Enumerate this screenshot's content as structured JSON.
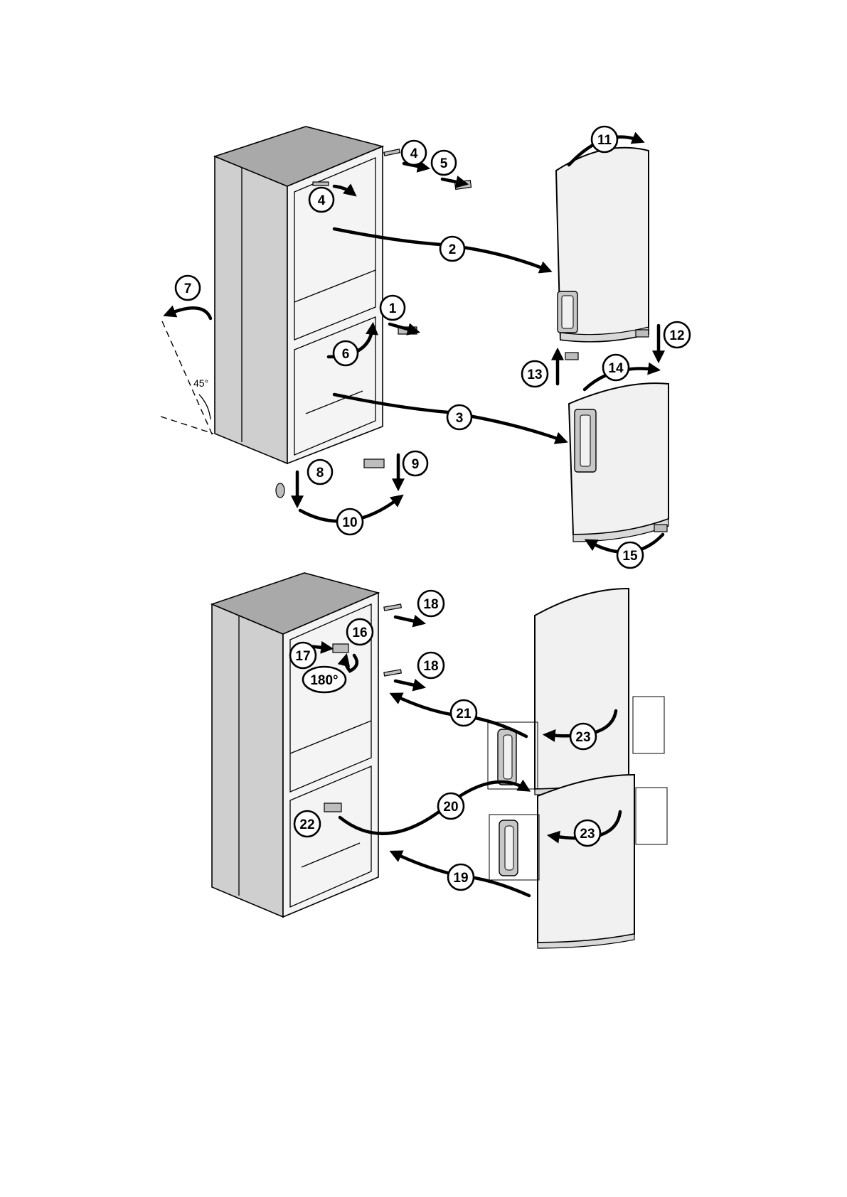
{
  "diagram": {
    "callouts_top": [
      "1",
      "2",
      "3",
      "4",
      "4",
      "5",
      "6",
      "7",
      "8",
      "9",
      "10",
      "11",
      "12",
      "13",
      "14",
      "15"
    ],
    "callouts_bottom": [
      "16",
      "17",
      "18",
      "18",
      "19",
      "20",
      "21",
      "22",
      "23",
      "23"
    ],
    "angle_label": "45°",
    "rotation_label": "180°"
  }
}
